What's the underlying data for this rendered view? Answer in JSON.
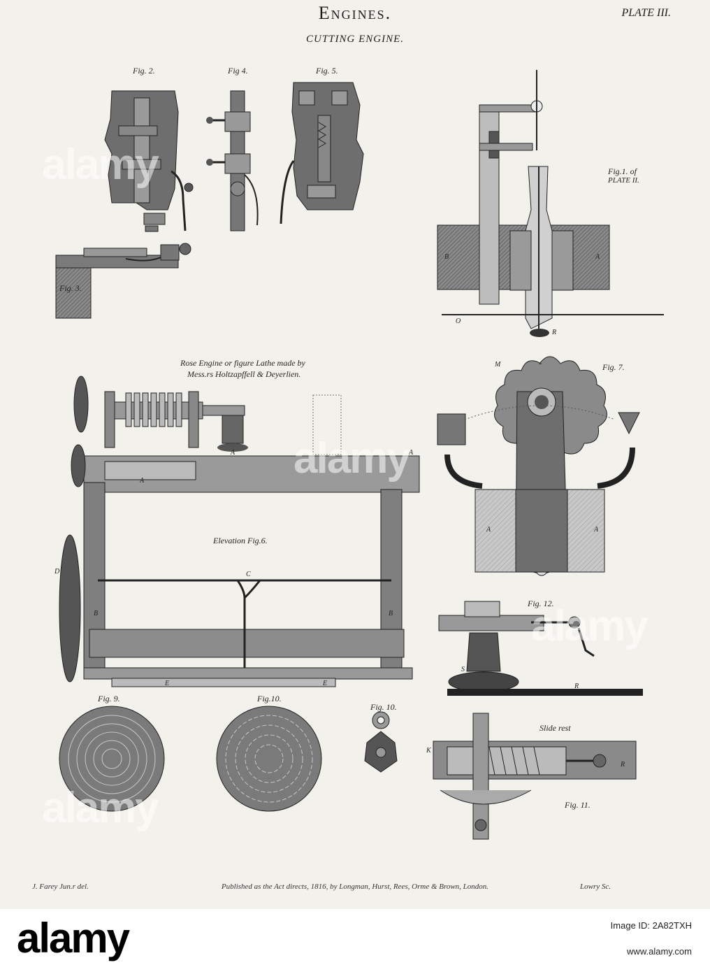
{
  "header": {
    "title": "Engines.",
    "plate": "PLATE III.",
    "subtitle": "CUTTING ENGINE."
  },
  "figures": {
    "fig2": "Fig. 2.",
    "fig3": "Fig. 3.",
    "fig4": "Fig 4.",
    "fig5": "Fig. 5.",
    "fig1_line1": "Fig.1. of",
    "fig1_line2": "PLATE II.",
    "rose_line1": "Rose Engine or figure Lathe made by",
    "rose_line2": "Mess.rs Holtzapffell & Deyerlien.",
    "fig6": "Elevation Fig.6.",
    "fig7": "Fig. 7.",
    "fig9": "Fig. 9.",
    "fig10a": "Fig.10.",
    "fig10b": "Fig. 10.",
    "fig11": "Fig. 11.",
    "fig12": "Fig. 12.",
    "slide_rest": "Slide rest"
  },
  "footer": {
    "left": "J. Farey Jun.r del.",
    "center": "Published as the Act directs, 1816, by Longman, Hurst, Rees, Orme & Brown, London.",
    "right": "Lowry Sc."
  },
  "stock": {
    "logo": "alamy",
    "image_id": "Image ID: 2A82TXH",
    "url": "www.alamy.com",
    "watermark": "alamy"
  },
  "colors": {
    "paper": "#f3f1ec",
    "ink": "#1c1c1c",
    "shade": "#6e6e6e"
  }
}
